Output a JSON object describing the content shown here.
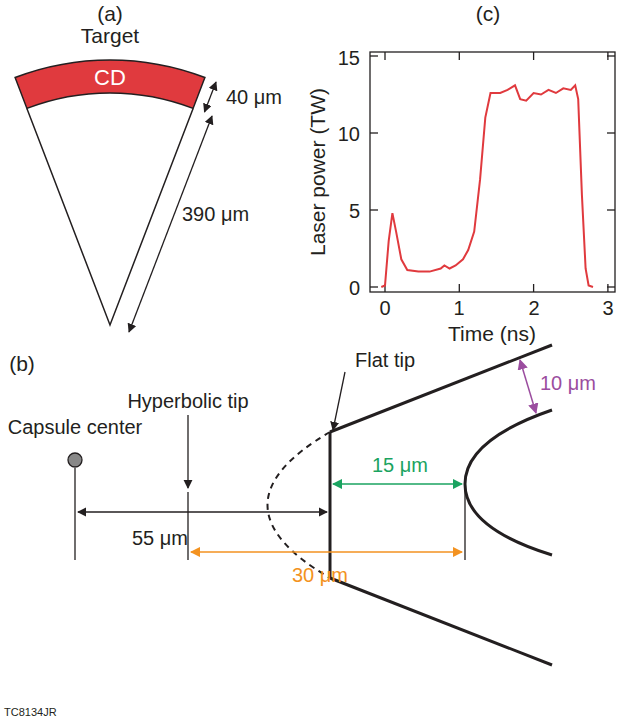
{
  "diagram": {
    "nodes": [
      {
        "text": [
          "CD"
        ]
      }
    ],
    "labels": [
      "(a)",
      "(c)",
      "Target",
      "40 μm",
      "390 μm",
      "15",
      "10",
      "5",
      "0",
      "0",
      "1",
      "2",
      "3",
      "Laser power (TW)",
      "Time (ns)",
      "(b)",
      "Capsule center",
      "Hyperbolic tip",
      "Flat tip",
      "10 μm",
      "55 μm",
      "15 μm",
      "30 μm",
      "TC8134JR"
    ]
  }
}
